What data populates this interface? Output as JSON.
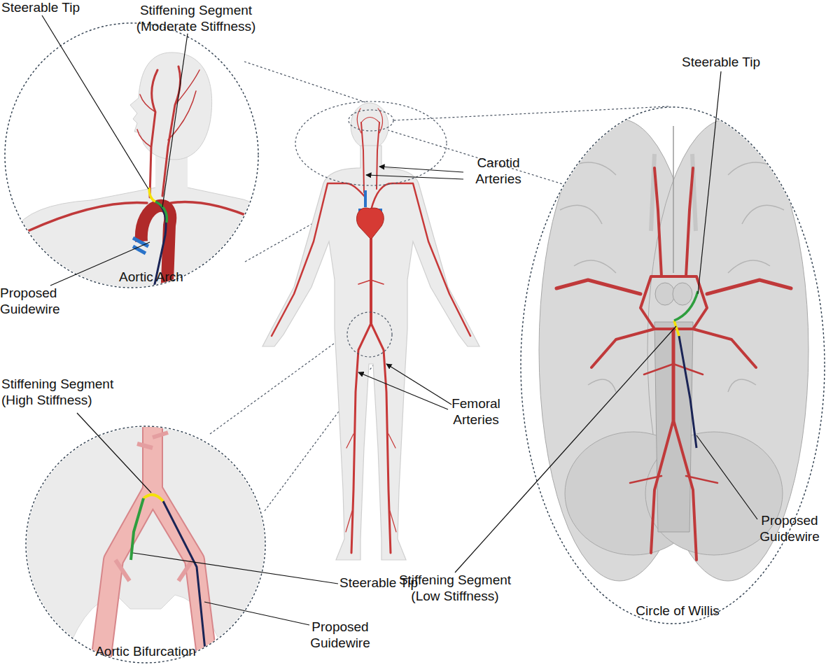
{
  "diagram": {
    "nodes": [
      {
        "text": [
          "Aortic Arch"
        ]
      },
      {
        "text": [
          "Circle of Willis"
        ]
      },
      {
        "text": [
          "Aortic Bifurcation"
        ]
      }
    ],
    "labels": [
      "Steerable Tip",
      "Stiffening Segment (Moderate Stiffness)",
      "Steerable Tip",
      "Carotid Arteries",
      "Proposed Guidewire",
      "Femoral Arteries",
      "Stiffening Segment (High Stiffness)",
      "Steerable Tip",
      "Proposed Guidewire",
      "Stiffening Segment (Low Stiffness)",
      "Proposed Guidewire"
    ]
  }
}
